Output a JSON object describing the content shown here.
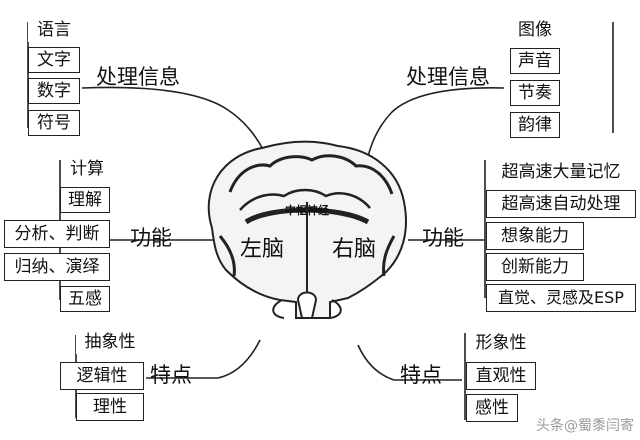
{
  "left": {
    "process": {
      "title": "处理信息",
      "items": [
        "语言",
        "文字",
        "数字",
        "符号"
      ]
    },
    "function": {
      "title": "功能",
      "items": [
        "计算",
        "理解",
        "分析、判断",
        "归纳、演绎",
        "五感"
      ]
    },
    "feature": {
      "title": "特点",
      "items": [
        "抽象性",
        "逻辑性",
        "理性"
      ]
    }
  },
  "right": {
    "process": {
      "title": "处理信息",
      "items": [
        "图像",
        "声音",
        "节奏",
        "韵律"
      ]
    },
    "function": {
      "title": "功能",
      "items": [
        "超高速大量记忆",
        "超高速自动处理",
        "想象能力",
        "创新能力",
        "直觉、灵感及ESP"
      ]
    },
    "feature": {
      "title": "特点",
      "items": [
        "形象性",
        "直观性",
        "感性"
      ]
    }
  },
  "brain": {
    "center_label": "中枢神经",
    "left_label": "左脑",
    "right_label": "右脑"
  },
  "watermark": {
    "text": "头条@蜀黍闫寄"
  }
}
